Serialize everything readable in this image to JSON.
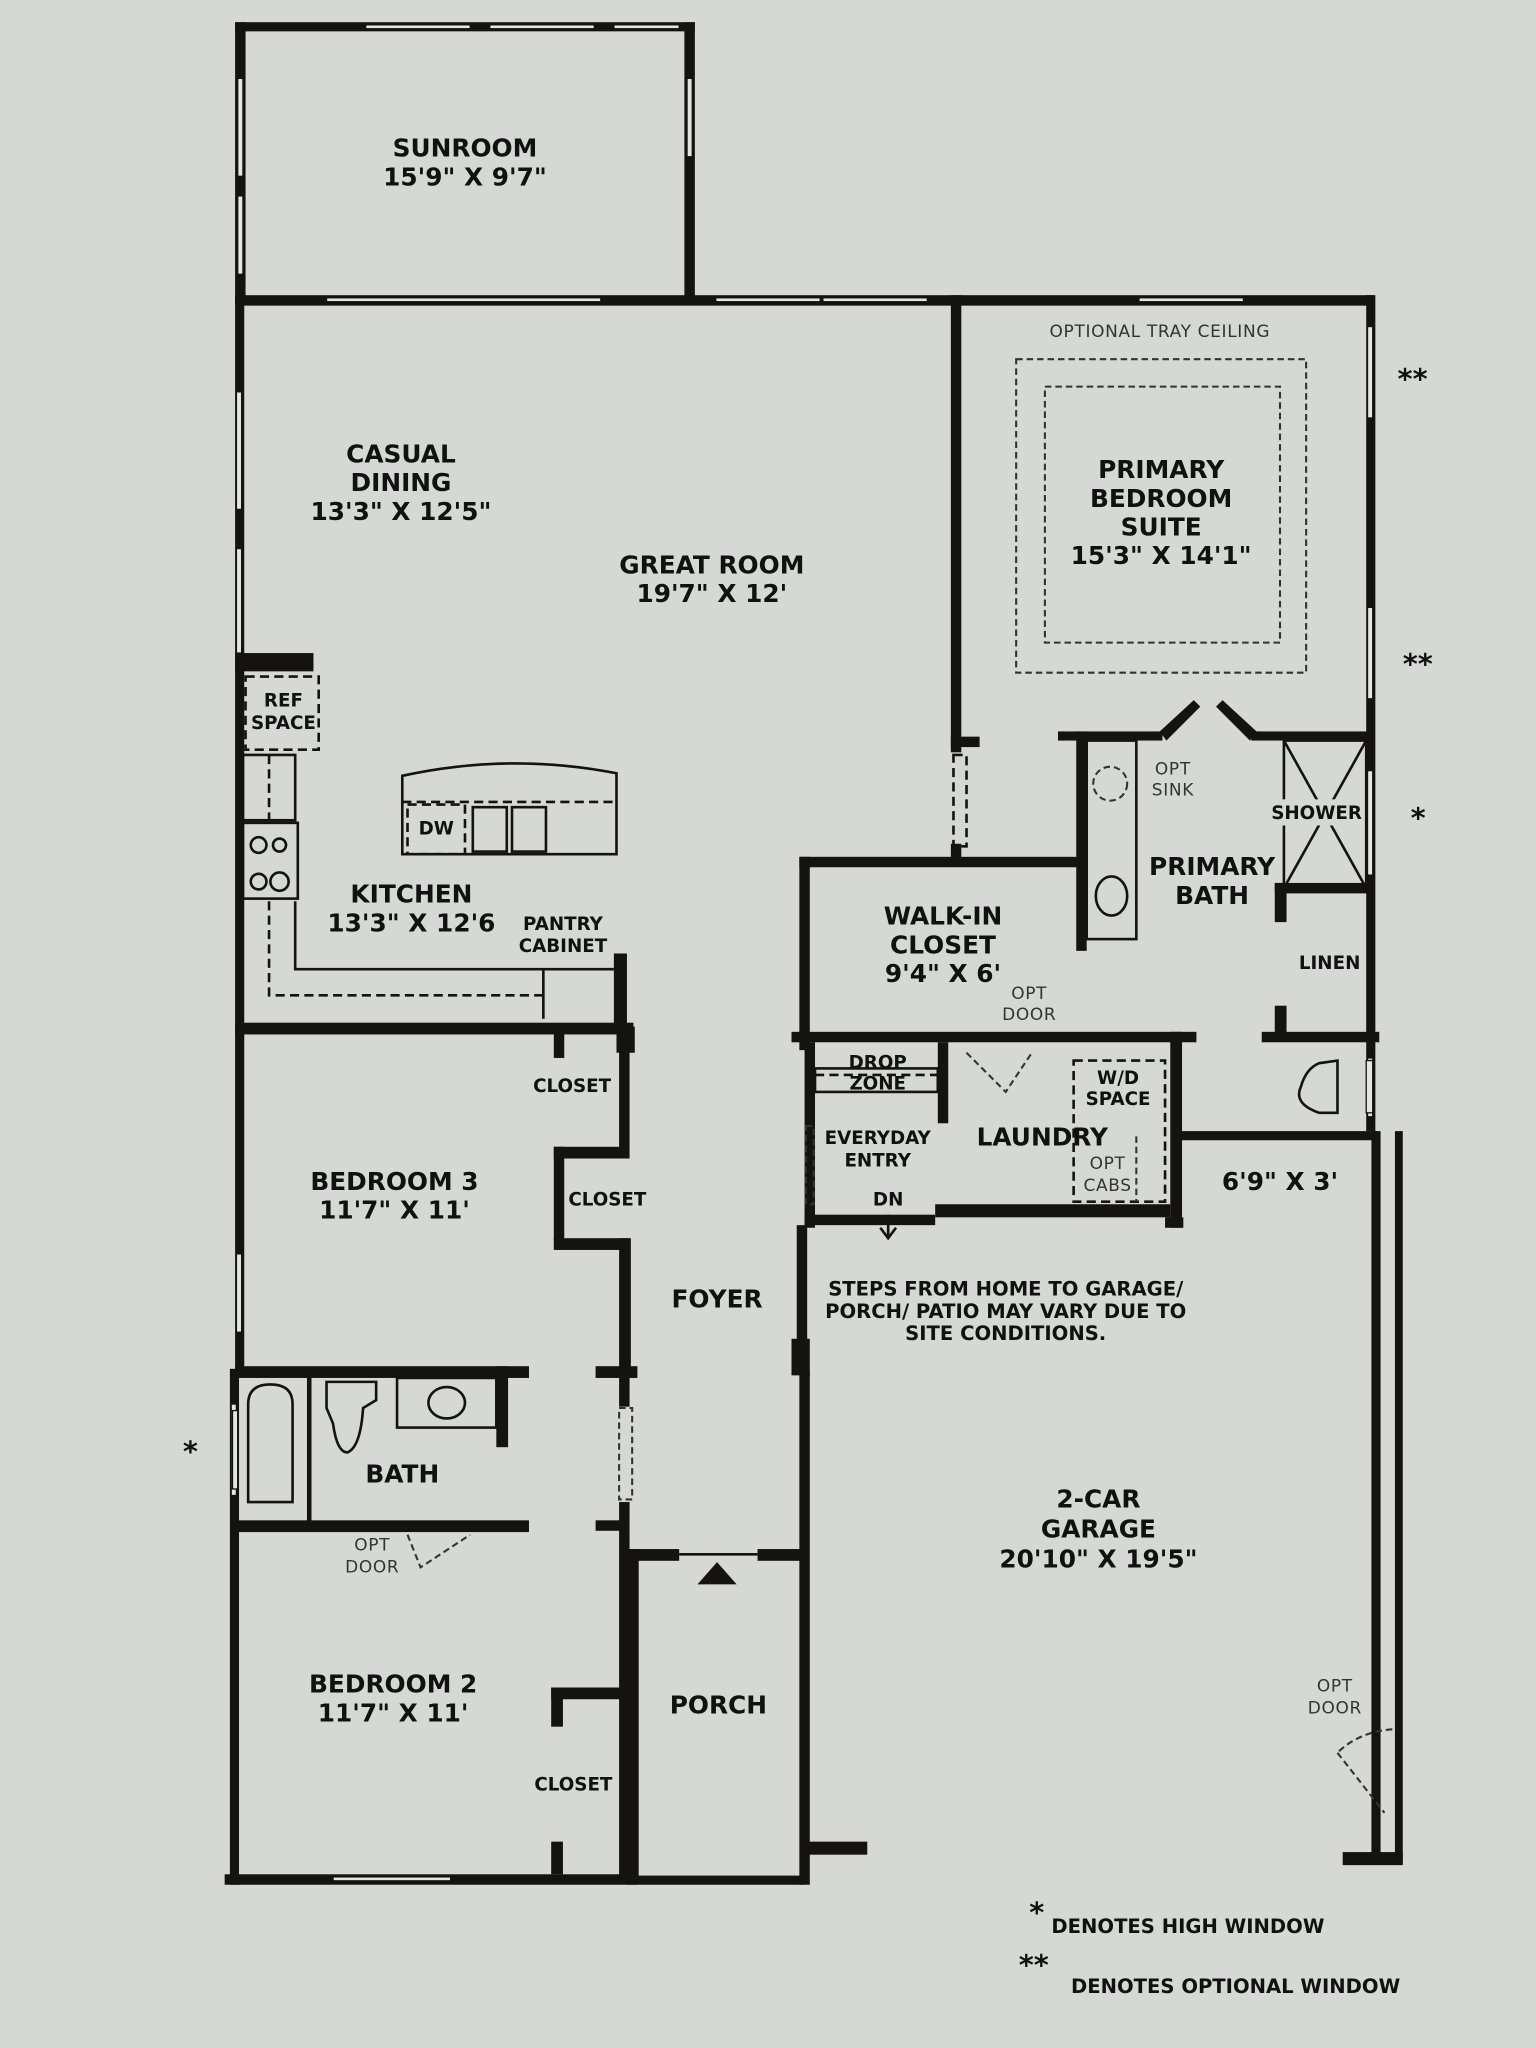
{
  "plan": {
    "rooms": {
      "sunroom": {
        "name": "SUNROOM",
        "size": "15'9\" X 9'7\""
      },
      "casual_dining": {
        "name_line1": "CASUAL",
        "name_line2": "DINING",
        "size": "13'3\" X 12'5\""
      },
      "great_room": {
        "name": "GREAT ROOM",
        "size": "19'7\" X 12'"
      },
      "primary_bedroom": {
        "name_line1": "PRIMARY",
        "name_line2": "BEDROOM",
        "name_line3": "SUITE",
        "size": "15'3\" X 14'1\""
      },
      "kitchen": {
        "name": "KITCHEN",
        "size": "13'3\" X 12'6"
      },
      "walk_in_closet": {
        "name_line1": "WALK-IN",
        "name_line2": "CLOSET",
        "size": "9'4\" X 6'"
      },
      "primary_bath": {
        "name_line1": "PRIMARY",
        "name_line2": "BATH"
      },
      "laundry": {
        "name": "LAUNDRY"
      },
      "water_closet": {
        "size": "6'9\" X 3'"
      },
      "bedroom_3": {
        "name": "BEDROOM 3",
        "size": "11'7\" X 11'"
      },
      "foyer": {
        "name": "FOYER"
      },
      "bath": {
        "name": "BATH"
      },
      "bedroom_2": {
        "name": "BEDROOM 2",
        "size": "11'7\" X 11'"
      },
      "porch": {
        "name": "PORCH"
      },
      "garage": {
        "name_line1": "2-CAR",
        "name_line2": "GARAGE",
        "size": "20'10\" X 19'5\""
      }
    },
    "fixtures": {
      "optional_tray_ceiling": "OPTIONAL TRAY CEILING",
      "ref_space_line1": "REF",
      "ref_space_line2": "SPACE",
      "dishwasher": "DW",
      "pantry_line1": "PANTRY",
      "pantry_line2": "CABINET",
      "opt_sink_line1": "OPT",
      "opt_sink_line2": "SINK",
      "shower": "SHOWER",
      "linen": "LINEN",
      "drop_zone_line1": "DROP",
      "drop_zone_line2": "ZONE",
      "everyday_entry_line1": "EVERYDAY",
      "everyday_entry_line2": "ENTRY",
      "down": "DN",
      "wd_space_line1": "W/D",
      "wd_space_line2": "SPACE",
      "opt_cabs_line1": "OPT",
      "opt_cabs_line2": "CABS",
      "closet": "CLOSET",
      "opt_door_line1": "OPT",
      "opt_door_line2": "DOOR"
    },
    "notes": {
      "steps_line1": "STEPS FROM HOME TO GARAGE/",
      "steps_line2": "PORCH/ PATIO MAY VARY DUE TO",
      "steps_line3": "SITE CONDITIONS."
    },
    "markers": {
      "high_window": "*",
      "optional_window": "**"
    },
    "legend": {
      "high_window_symbol": "*",
      "high_window_text": "DENOTES HIGH WINDOW",
      "optional_window_symbol": "**",
      "optional_window_text": "DENOTES OPTIONAL WINDOW"
    },
    "colors": {
      "paper": "#d6d8d6",
      "ink": "#151212"
    }
  }
}
